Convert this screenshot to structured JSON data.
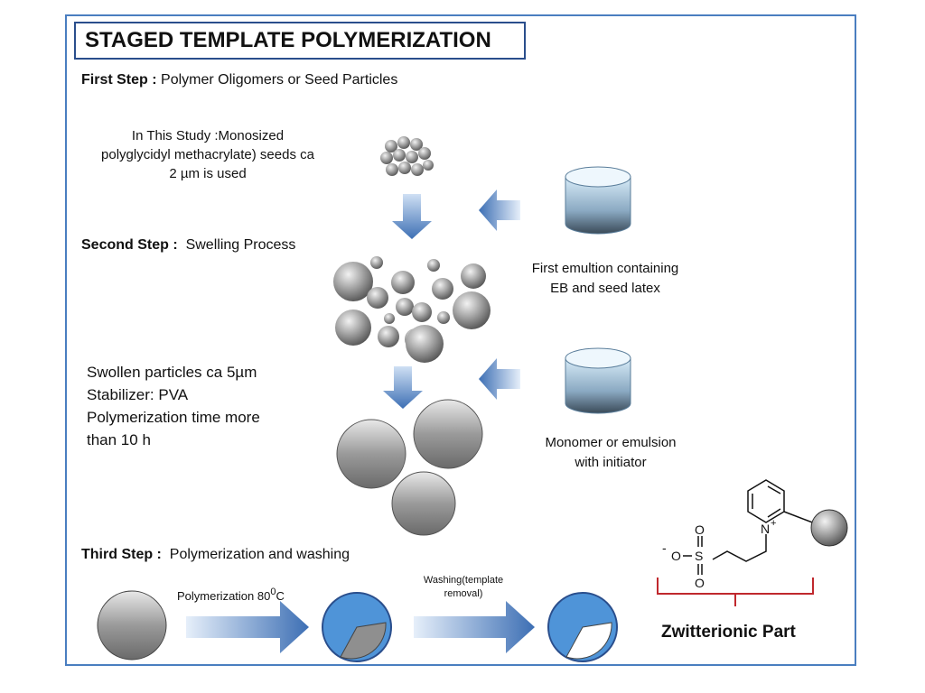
{
  "title": "STAGED TEMPLATE POLYMERIZATION",
  "first_step": {
    "label": "First Step :",
    "text": "Polymer Oligomers  or Seed Particles",
    "study_note": [
      "In This Study :Monosized",
      "polyglycidyl methacrylate) seeds ca",
      "2 µm is used"
    ]
  },
  "second_step": {
    "label": "Second Step :",
    "text": "Swelling Process",
    "emulsion_note": [
      "First emultion containing",
      "EB and seed latex"
    ],
    "conditions": [
      "Swollen particles ca 5µm",
      "Stabilizer: PVA",
      "Polymerization time more",
      "than 10 h"
    ],
    "monomer_note": [
      "Monomer or emulsion",
      "with initiator"
    ]
  },
  "third_step": {
    "label": "Third Step :",
    "text": "Polymerization and washing",
    "polymerization_label": "Polymerization 80",
    "polymerization_sup": "0",
    "polymerization_unit": "C",
    "washing_label": [
      "Washing(template",
      "removal)"
    ]
  },
  "structure": {
    "caption": "Zwitterionic Part",
    "atoms": {
      "O_top": "O",
      "O_bottom": "O",
      "O_left": "O",
      "S": "S",
      "N": "N",
      "minus": "-",
      "plus": "+"
    }
  },
  "colors": {
    "frame": "#4a7ec0",
    "arrow_blue": "#3d6fb4",
    "bracket_red": "#c0282d",
    "particle_gray": "#8a8a8a",
    "slice_blue": "#4f94d8"
  }
}
